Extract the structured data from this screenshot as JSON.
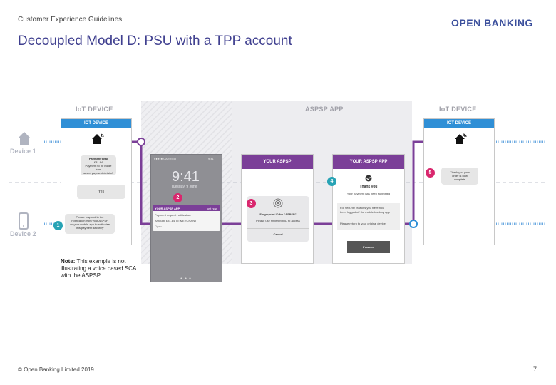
{
  "header": {
    "subtitle": "Customer Experience Guidelines",
    "title": "Decoupled Model D: PSU with a TPP account",
    "brand": "OPEN BANKING"
  },
  "footer": {
    "copyright": "© Open Banking Limited 2019",
    "page_number": "7"
  },
  "diagram": {
    "bands": {
      "iot_left": "IoT DEVICE",
      "aspsp": "ASPSP APP",
      "iot_right": "IoT DEVICE"
    },
    "devices": {
      "device1": "Device 1",
      "device2": "Device 2"
    },
    "iot_screen_left": {
      "bar_title": "IOT DEVICE",
      "bubble1_line1": "Payment total",
      "bubble1_line2": "£31.84",
      "bubble1_line3": "Payment to be made from",
      "bubble1_line4": "saved payment details?",
      "bubble2": "Yes",
      "bubble3_line1": "Please respond to the",
      "bubble3_line2": "notification from your ASPSP",
      "bubble3_line3": "on your mobile app to authorise",
      "bubble3_line4": "this payment securely"
    },
    "phone_lock": {
      "status_left": "●●●●● CARRIER",
      "status_right": "9:41",
      "time": "9:41",
      "date": "Tuesday, 9 June",
      "notif_app": "YOUR ASPSP APP",
      "notif_when": "just now",
      "notif_title": "Payment request notification",
      "notif_line": "Amount: £31.84    To: MERCHANT",
      "notif_open": "Open"
    },
    "aspsp_screen1": {
      "bar_title": "YOUR ASPSP",
      "dialog_title": "Fingerprint ID for \"ASPSP\"",
      "dialog_text": "Please use fingerprint ID to access",
      "cancel": "Cancel"
    },
    "aspsp_screen2": {
      "bar_title": "YOUR ASPSP APP",
      "thanks": "Thank you",
      "submitted": "Your payment has been submitted",
      "info1_line1": "For security reasons you have now",
      "info1_line2": "been logged off the mobile banking app",
      "info2": "Please return to your original device",
      "proceed": "Proceed"
    },
    "iot_screen_right": {
      "bar_title": "IOT DEVICE",
      "bubble_line1": "Thank you your",
      "bubble_line2": "order is now",
      "bubble_line3": "complete"
    },
    "steps": [
      "1",
      "2",
      "3",
      "4",
      "5"
    ],
    "note": {
      "bold": "Note:",
      "text": " This example is not illustrating a voice based SCA with the ASPSP."
    },
    "colors": {
      "flow_line": "#7b3f98",
      "iot_blue": "#2f8fd6",
      "aspsp_purple": "#7b3f98",
      "step_teal": "#27a3b5",
      "step_pink": "#d9266d"
    }
  }
}
